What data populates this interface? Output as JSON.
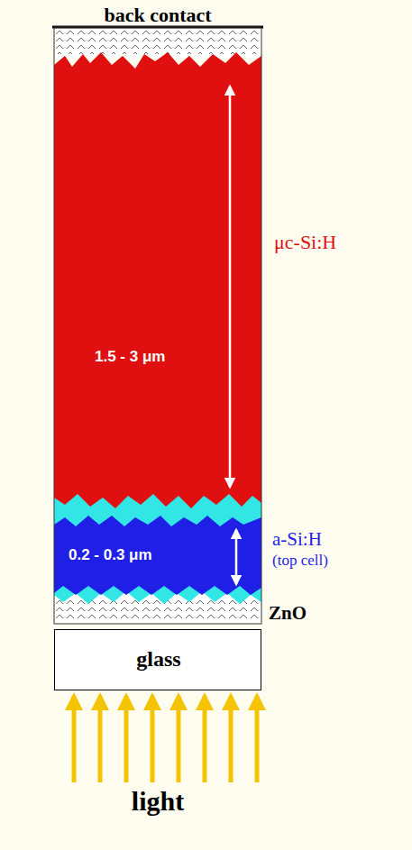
{
  "diagram": {
    "nodes": [
      {
        "text": [
          "1.5 - 3 μm"
        ]
      },
      {
        "text": [
          "0.2 - 0.3 μm"
        ]
      },
      {
        "text": [
          "glass"
        ]
      }
    ],
    "labels": [
      "back contact",
      "μc-Si:H",
      "a-Si:H",
      "(top cell)",
      "ZnO",
      "light"
    ]
  }
}
